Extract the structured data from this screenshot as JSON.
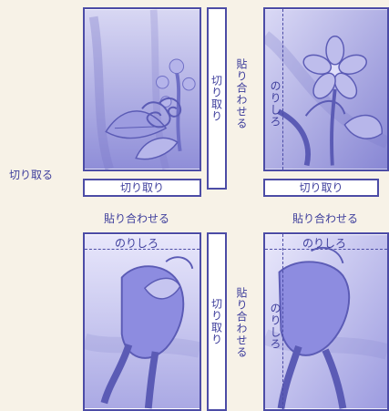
{
  "labels": {
    "cut": "切り取り",
    "cut_side": "切り取る",
    "paste": "貼り合わせる",
    "margin": "のりしろ"
  },
  "colors": {
    "ink": "#4c4ca6",
    "paper": "#ffffff",
    "background": "#f7f2e7",
    "art_light": "#c9c8ef",
    "art_dark": "#6e6ec5"
  }
}
